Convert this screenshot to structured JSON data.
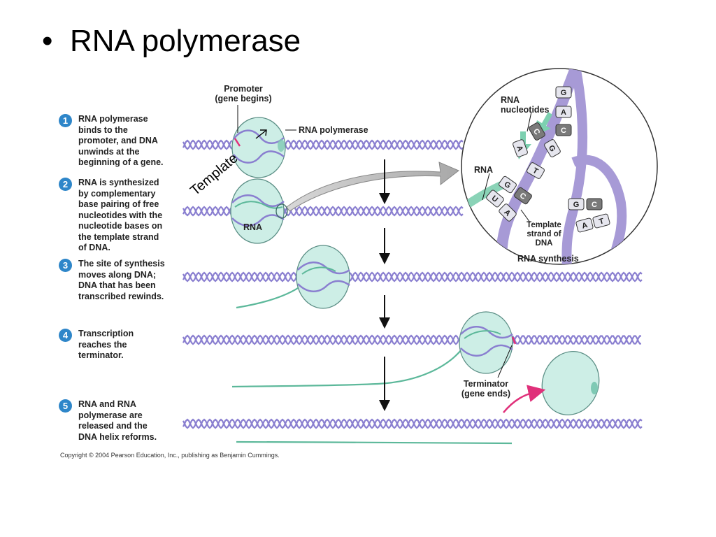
{
  "slide": {
    "title": "RNA polymerase"
  },
  "steps": [
    {
      "number": "1",
      "text": "RNA polymerase\nbinds to the\npromoter, and DNA\nunwinds at the\nbeginning of a gene."
    },
    {
      "number": "2",
      "text": "RNA is synthesized\nby complementary\nbase pairing of free\nnucleotides with the\nnucleotide bases on\nthe template strand\nof DNA."
    },
    {
      "number": "3",
      "text": "The site of synthesis\nmoves along DNA;\nDNA that has been\ntranscribed rewinds."
    },
    {
      "number": "4",
      "text": "Transcription\nreaches the\nterminator."
    },
    {
      "number": "5",
      "text": "RNA and RNA\npolymerase are\nreleased and the\nDNA helix reforms."
    }
  ],
  "labels": {
    "promoter": "Promoter\n(gene begins)",
    "rna_polymerase": "RNA polymerase",
    "rna": "RNA",
    "terminator": "Terminator\n(gene ends)",
    "template_annotation": "Template",
    "inset_rna_nucleotides": "RNA\nnucleotides",
    "inset_rna": "RNA",
    "inset_template_strand": "Template\nstrand of\nDNA",
    "inset_caption": "RNA synthesis"
  },
  "inset_bases": {
    "free_nucleotides": [
      "G",
      "A",
      "C",
      "C",
      "G",
      "A"
    ],
    "pairs": [
      {
        "rna": "G",
        "dna": "C"
      },
      {
        "rna": "U",
        "dna": "A"
      },
      {
        "rna": "A",
        "dna": "T"
      }
    ],
    "upper_right_pair": [
      "G",
      "C"
    ],
    "lower_right_pair": [
      "A",
      "T"
    ]
  },
  "copyright": "Copyright © 2004 Pearson Education, Inc., publishing as Benjamin Cummings.",
  "colors": {
    "dna_helix": "#8a7fd0",
    "rna_strand": "#5cb89a",
    "polymerase_fill": "#cdeee6",
    "polymerase_stroke": "#5c8f86",
    "step_badge": "#2e86c9",
    "terminator_arrow": "#e0307a",
    "inset_strand": "#a79ad6"
  }
}
